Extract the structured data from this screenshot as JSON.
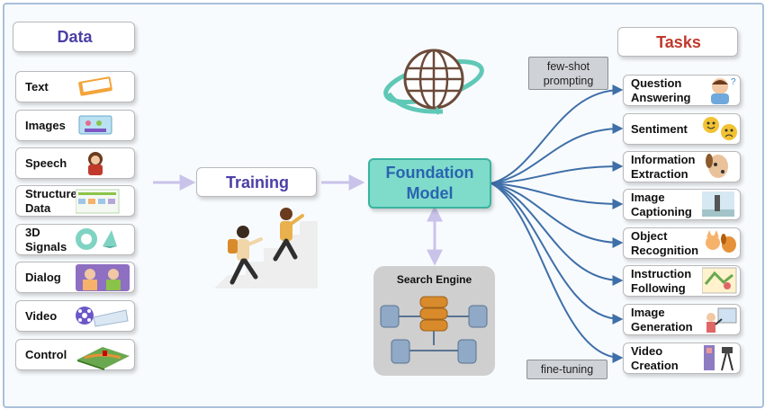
{
  "data_header": "Data",
  "tasks_header": "Tasks",
  "data_items": [
    {
      "label": "Text"
    },
    {
      "label": "Images"
    },
    {
      "label": "Speech"
    },
    {
      "label": "Structured\nData"
    },
    {
      "label": "3D\nSignals"
    },
    {
      "label": "Dialog"
    },
    {
      "label": "Video"
    },
    {
      "label": "Control"
    }
  ],
  "training_label": "Training",
  "foundation_label": "Foundation\nModel",
  "search_engine_label": "Search Engine",
  "few_shot_label": "few-shot\nprompting",
  "fine_tuning_label": "fine-tuning",
  "task_items": [
    {
      "label": "Question\nAnswering"
    },
    {
      "label": "Sentiment"
    },
    {
      "label": "Information\nExtraction"
    },
    {
      "label": "Image\nCaptioning"
    },
    {
      "label": "Object\nRecognition"
    },
    {
      "label": "Instruction\nFollowing"
    },
    {
      "label": "Image\nGeneration"
    },
    {
      "label": "Video\nCreation"
    }
  ],
  "colors": {
    "header_blue": "#4b3fa6",
    "header_red": "#c0392b",
    "foundation_fill": "#7fdccb",
    "foundation_text": "#2a63b0",
    "arrow_blue": "#3f6fa8",
    "arrow_light": "#c9c3ea"
  }
}
